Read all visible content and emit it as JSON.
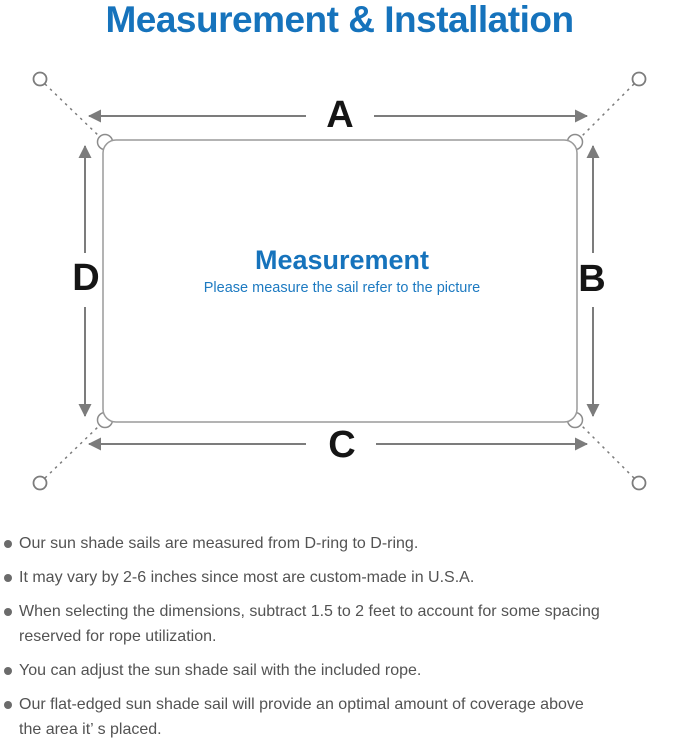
{
  "title": "Measurement & Installation",
  "diagram": {
    "center_heading": "Measurement",
    "center_subtitle": "Please measure the sail refer to the picture",
    "side_labels": {
      "top": "A",
      "right": "B",
      "bottom": "C",
      "left": "D"
    }
  },
  "notes": [
    {
      "text": "Our sun shade sails are measured from D-ring to D-ring."
    },
    {
      "text": "It may vary by 2-6 inches since most are custom-made in U.S.A."
    },
    {
      "text": "When selecting the dimensions, subtract 1.5 to 2 feet to account for some spacing\nreserved for rope utilization."
    },
    {
      "text": "You can adjust the sun shade sail with the included rope."
    },
    {
      "text": "Our flat-edged sun shade sail will provide an optimal amount of coverage above\nthe area it’ s placed."
    }
  ],
  "colors": {
    "accent_blue": "#1673BC",
    "subtitle_blue": "#1D7AC1",
    "body_text_gray": "#535353",
    "line_gray": "#7C7C7C",
    "sail_border_gray": "#9A9A9A",
    "label_black": "#151515",
    "background": "#FFFFFF"
  }
}
